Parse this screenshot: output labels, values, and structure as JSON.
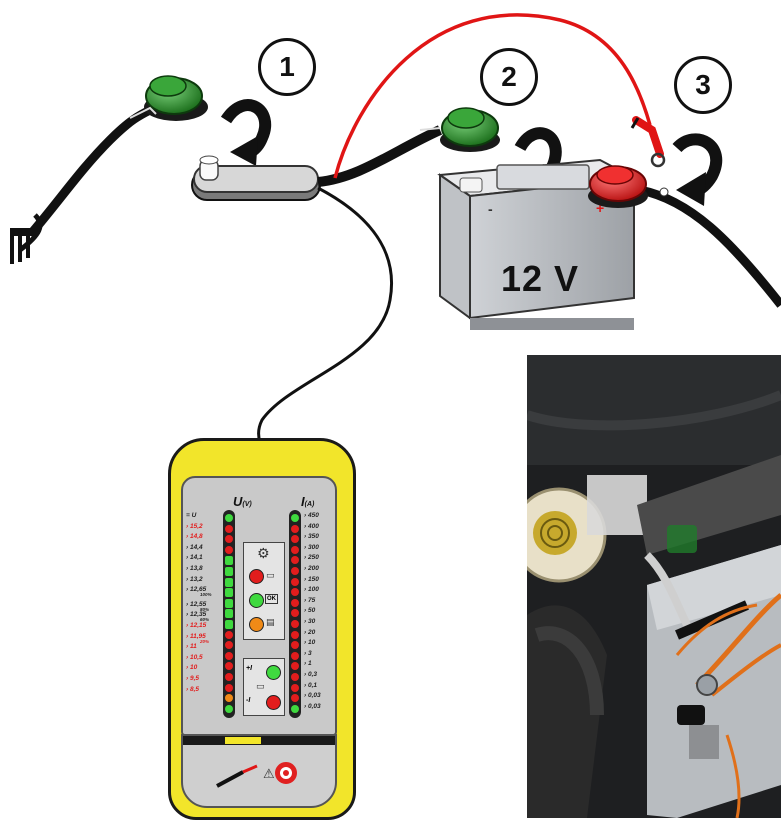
{
  "steps": {
    "step1": "1",
    "step2": "2",
    "step3": "3"
  },
  "battery": {
    "voltage_label": "12 V",
    "negative_sign": "-",
    "positive_sign": "+"
  },
  "tester": {
    "voltage_header": "U",
    "voltage_unit": "(V)",
    "current_header": "I",
    "current_unit": "(A)",
    "voltage_scale": [
      "= U",
      "15,2",
      "14,8",
      "14,4",
      "14,1",
      "13,8",
      "13,2",
      "12,65",
      "12,55",
      "12,35",
      "12,15",
      "11,95",
      "11",
      "10,5",
      "10",
      "9,5",
      "8,5"
    ],
    "voltage_subnotes": {
      "12,65": "100%",
      "12,55": "80%",
      "12,35": "60%",
      "11,95": "20%"
    },
    "current_scale": [
      "450",
      "400",
      "350",
      "300",
      "250",
      "200",
      "150",
      "100",
      "75",
      "50",
      "30",
      "20",
      "10",
      "3",
      "1",
      "0,3",
      "0,1",
      "0,03",
      "0,03"
    ],
    "ok_label": "OK",
    "plus_i": "+I",
    "minus_i": "-I",
    "warning_symbol": "⚠"
  },
  "colors": {
    "clamp_green": "#2e8b2e",
    "clamp_red": "#e02020",
    "tester_yellow": "#f2e52a",
    "led_red": "#e21d1d",
    "led_green": "#3fd93f",
    "led_orange": "#f08a17"
  }
}
